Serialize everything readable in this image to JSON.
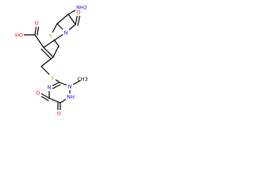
{
  "molecule": {
    "colors": {
      "bond": "#000000",
      "nitrogen": "#0000ff",
      "oxygen": "#ff0000",
      "sulfur": "#b8a000",
      "carbon": "#000000"
    },
    "labels": {
      "n_amino": "NH2",
      "n_beta_lactam": "N",
      "o_ketone": "O",
      "s_ring": "S",
      "cooh": "HO",
      "s_thioether": "S",
      "n_triazine_a": "N",
      "n_triazine_b": "N",
      "n_triazine_nh": "NH",
      "o_triazine_a": "O",
      "o_triazine_b": "O",
      "methyl": "CH3"
    }
  }
}
